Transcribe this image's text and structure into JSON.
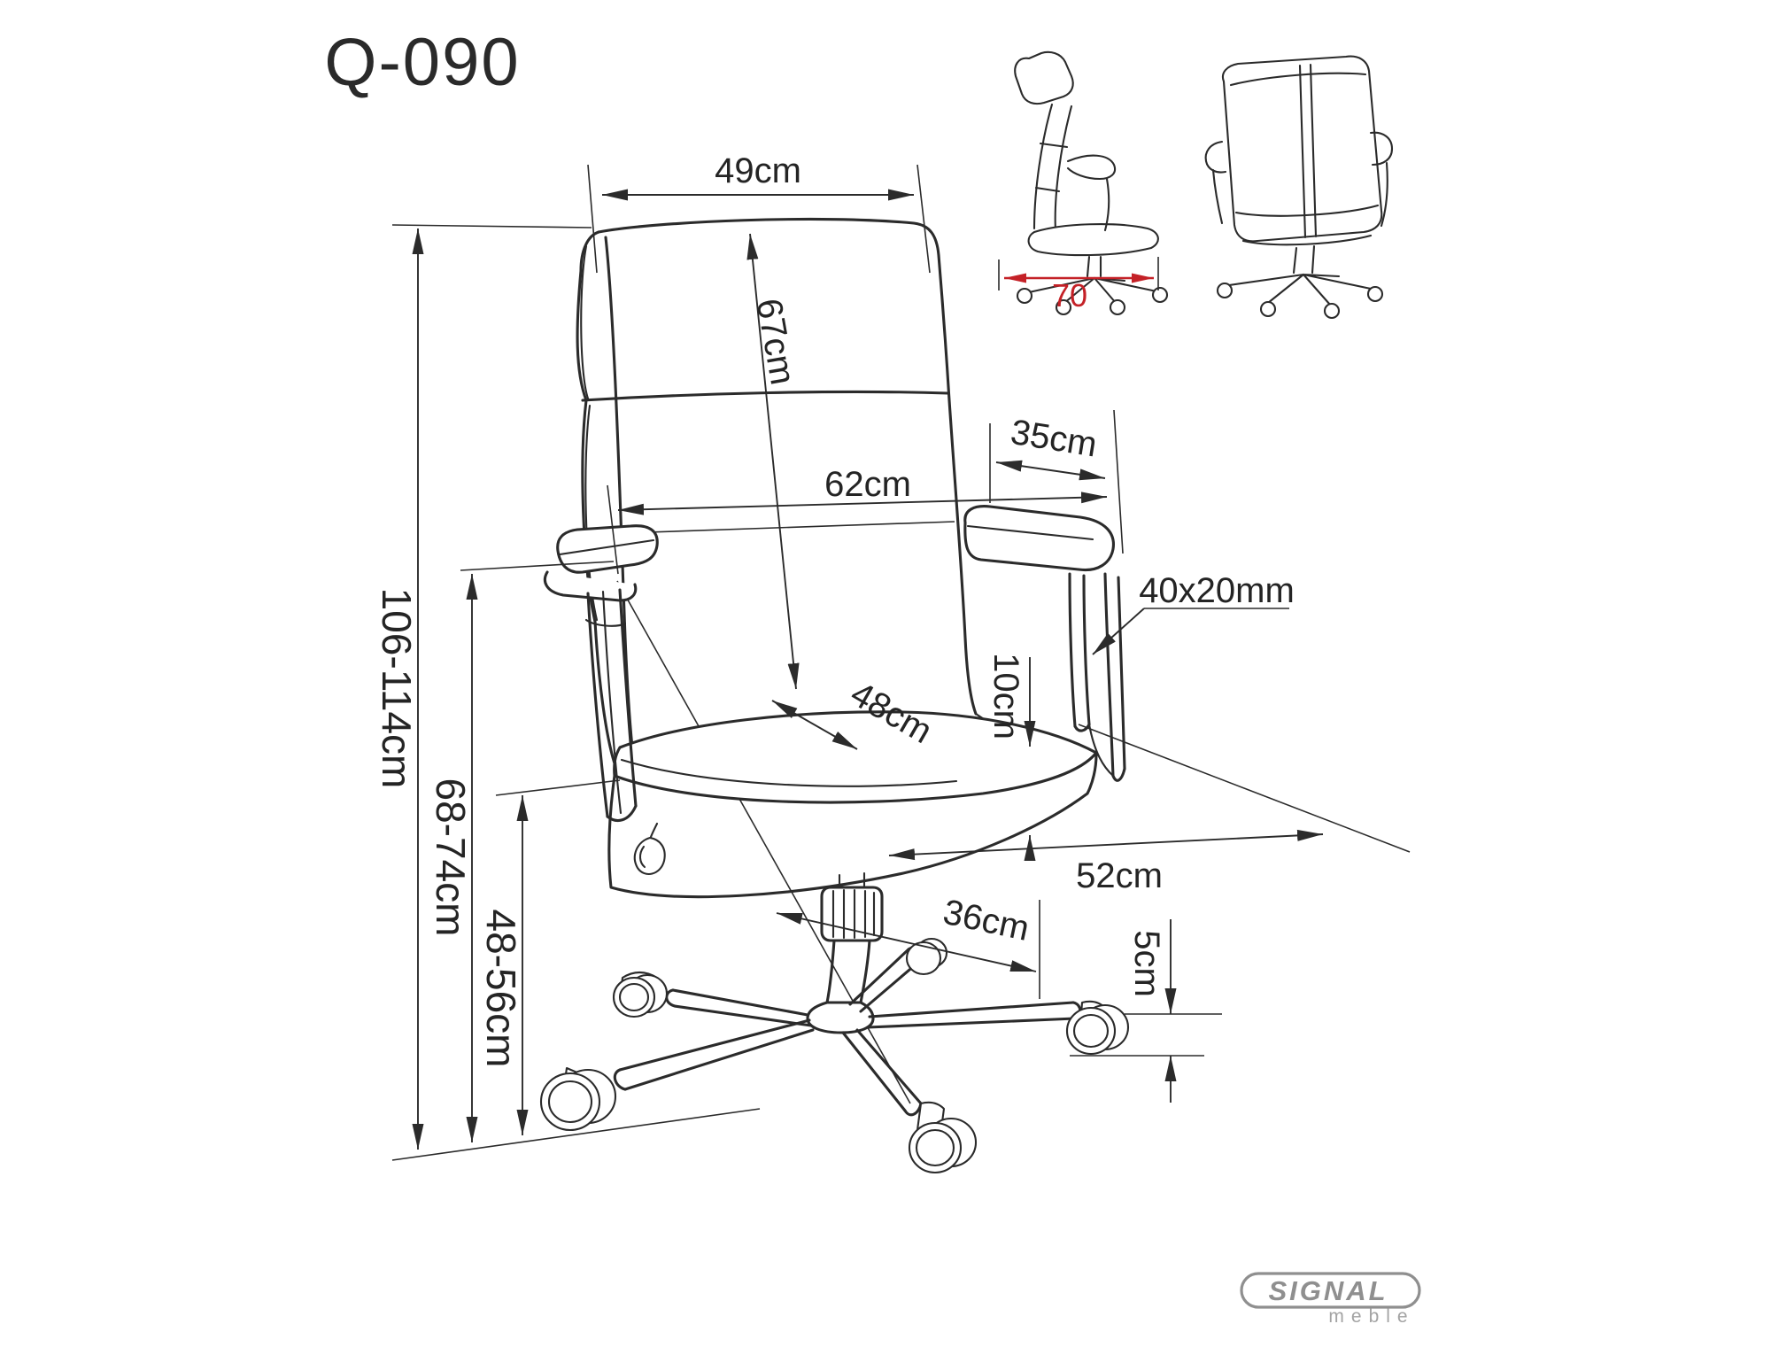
{
  "title": "Q-090",
  "dims": {
    "backrest_width": "49cm",
    "backrest_height": "67cm",
    "total_width": "62cm",
    "armrest_depth": "35cm",
    "armrest_section": "40x20mm",
    "seat_depth": "48cm",
    "seat_thickness": "10cm",
    "seat_width": "52cm",
    "base_leg_reach": "36cm",
    "caster_size": "5cm",
    "total_height": "106-114cm",
    "armrest_height": "68-74cm",
    "seat_height": "48-56cm",
    "footprint_depth": "70"
  },
  "logo": {
    "brand": "SIGNAL",
    "subtitle": "meble"
  },
  "colors": {
    "line": "#2b2b2b",
    "dimension_red": "#c42127",
    "logo_gray": "#8f8f8f",
    "logo_sub_gray": "#a3a3a3",
    "background": "#ffffff"
  }
}
